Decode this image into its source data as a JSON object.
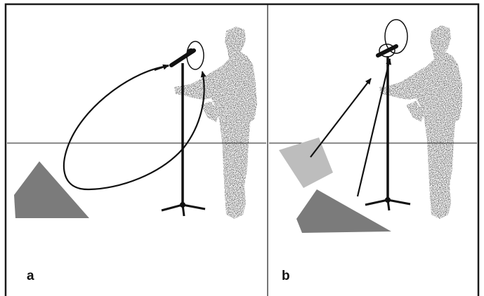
{
  "panels": [
    {
      "id": "a",
      "label": "a"
    },
    {
      "id": "b",
      "label": "b"
    }
  ],
  "colors": {
    "frame": "#1a1a1a",
    "speaker_dark": "#7b7b7b",
    "speaker_light": "#bdbdbd",
    "person": "#2b2b2b",
    "stand": "#111111",
    "arrow": "#111111"
  },
  "icons": [
    "microphone-stand-icon",
    "singer-silhouette-icon",
    "speaker-icon",
    "pickup-pattern-icon",
    "sound-path-arrow-icon"
  ]
}
